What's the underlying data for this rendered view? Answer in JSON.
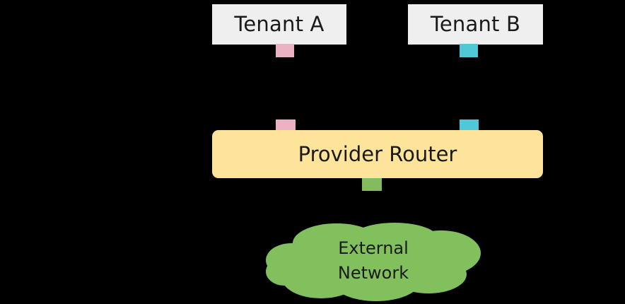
{
  "diagram": {
    "title": "Provider Router multi-tenant network topology",
    "background_color": "#000000",
    "nodes": {
      "tenant_a": {
        "label": "Tenant A",
        "shape": "rectangle",
        "fill_color": "#EFEFEF",
        "text_color": "#1A1A1A"
      },
      "tenant_b": {
        "label": "Tenant B",
        "shape": "rectangle",
        "fill_color": "#EFEFEF",
        "text_color": "#1A1A1A"
      },
      "provider_router": {
        "label": "Provider Router",
        "shape": "rounded-rectangle",
        "fill_color": "#FDE49A",
        "text_color": "#1A1A1A"
      },
      "external_network": {
        "label_line_1": "External",
        "label_line_2": "Network",
        "shape": "cloud",
        "fill_color": "#82C05E",
        "text_color": "#1A1A1A"
      }
    },
    "ports": [
      {
        "name": "tenant-a-port",
        "attached_to": "tenant_a",
        "side": "bottom",
        "color": "#EDB1C4"
      },
      {
        "name": "tenant-b-port",
        "attached_to": "tenant_b",
        "side": "bottom",
        "color": "#52C7D8"
      },
      {
        "name": "router-tenant-a-port",
        "attached_to": "provider_router",
        "side": "top",
        "color": "#EDB1C4"
      },
      {
        "name": "router-tenant-b-port",
        "attached_to": "provider_router",
        "side": "top",
        "color": "#52C7D8"
      },
      {
        "name": "router-external-port",
        "attached_to": "provider_router",
        "side": "bottom",
        "color": "#82BC5F"
      }
    ]
  }
}
